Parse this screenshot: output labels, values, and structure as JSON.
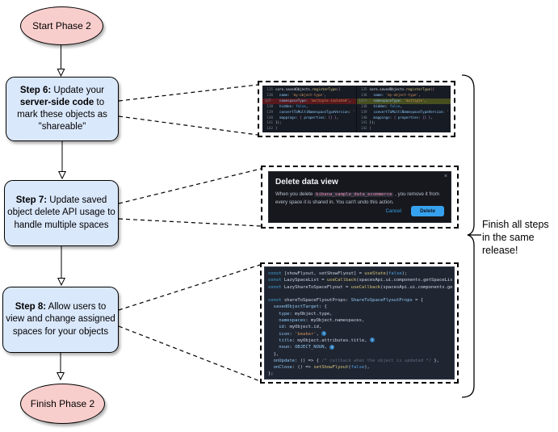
{
  "flowchart": {
    "start_label": "Start Phase 2",
    "finish_label": "Finish Phase 2",
    "step6": {
      "bold1": "Step 6:",
      "text1": " Update your ",
      "bold2": "server-side code",
      "text2": " to mark these objects as \"shareable\""
    },
    "step7": {
      "bold": "Step 7:",
      "text": " Update saved object delete API usage to handle multiple spaces"
    },
    "step8": {
      "bold": "Step 8:",
      "text": " Allow users to view and change assigned spaces for your objects"
    },
    "brace_note": "Finish all steps in the same release!"
  },
  "diff_panel": {
    "left": {
      "rows": [
        {
          "num": "135",
          "tokens": [
            [
              "d",
              "core.savedObjects."
            ],
            [
              "f",
              "registerType"
            ],
            [
              "br",
              "({"
            ]
          ]
        },
        {
          "num": "136",
          "tokens": [
            [
              "p",
              "  name"
            ],
            [
              "d",
              ": "
            ],
            [
              "s",
              "'my-object-type'"
            ],
            [
              "d",
              ","
            ]
          ]
        },
        {
          "num": "137-",
          "cls": "removed",
          "tokens": [
            [
              "p",
              "  namespaceType"
            ],
            [
              "d",
              ": "
            ],
            [
              "s",
              "'multiple-isolated'"
            ],
            [
              "d",
              ","
            ]
          ]
        },
        {
          "num": "138",
          "tokens": [
            [
              "p",
              "  hidden"
            ],
            [
              "d",
              ": "
            ],
            [
              "b",
              "false"
            ],
            [
              "d",
              ","
            ]
          ]
        },
        {
          "num": "139",
          "tokens": [
            [
              "p",
              "  convertToMultiNamespaceTypeVersion"
            ],
            [
              "d",
              ": "
            ],
            [
              "s",
              "'"
            ]
          ]
        },
        {
          "num": "140",
          "tokens": [
            [
              "p",
              "  mappings"
            ],
            [
              "d",
              ": "
            ],
            [
              "br",
              "{"
            ],
            [
              "d",
              " "
            ],
            [
              "p",
              "properties"
            ],
            [
              "d",
              ": "
            ],
            [
              "br",
              "{}"
            ],
            [
              "d",
              " "
            ],
            [
              "br",
              "}"
            ],
            [
              "d",
              ","
            ]
          ]
        },
        {
          "num": "141",
          "tokens": [
            [
              "d",
              "});"
            ]
          ]
        },
        {
          "num": "142",
          "tokens": [
            [
              "br",
              "}"
            ]
          ]
        }
      ]
    },
    "right": {
      "rows": [
        {
          "num": "135",
          "tokens": [
            [
              "d",
              "core.savedObjects."
            ],
            [
              "f",
              "registerType"
            ],
            [
              "br",
              "({"
            ]
          ]
        },
        {
          "num": "136",
          "tokens": [
            [
              "p",
              "  name"
            ],
            [
              "d",
              ": "
            ],
            [
              "s",
              "'my-object-type'"
            ],
            [
              "d",
              ","
            ]
          ]
        },
        {
          "num": "137+",
          "cls": "added",
          "tokens": [
            [
              "p",
              "  namespaceType"
            ],
            [
              "d",
              ": "
            ],
            [
              "s",
              "'multiple'"
            ],
            [
              "d",
              ","
            ]
          ]
        },
        {
          "num": "138",
          "tokens": [
            [
              "p",
              "  hidden"
            ],
            [
              "d",
              ": "
            ],
            [
              "b",
              "false"
            ],
            [
              "d",
              ","
            ]
          ]
        },
        {
          "num": "139",
          "tokens": [
            [
              "p",
              "  convertToMultiNamespaceTypeVersion"
            ],
            [
              "d",
              ": "
            ],
            [
              "s",
              "'"
            ]
          ]
        },
        {
          "num": "140",
          "tokens": [
            [
              "p",
              "  mappings"
            ],
            [
              "d",
              ": "
            ],
            [
              "br",
              "{"
            ],
            [
              "d",
              " "
            ],
            [
              "p",
              "properties"
            ],
            [
              "d",
              ": "
            ],
            [
              "br",
              "{}"
            ],
            [
              "d",
              " "
            ],
            [
              "br",
              "}"
            ],
            [
              "d",
              ","
            ]
          ]
        },
        {
          "num": "141",
          "tokens": [
            [
              "d",
              "});"
            ]
          ]
        },
        {
          "num": "142",
          "tokens": [
            [
              "br",
              "}"
            ]
          ]
        }
      ]
    }
  },
  "modal": {
    "title": "Delete data view",
    "close_icon": "×",
    "body_before": "When you delete ",
    "badge": "kibana_sample_data_ecommerce",
    "body_after": " , you remove it from every space it is shared in. You can't undo this action.",
    "cancel_label": "Cancel",
    "delete_label": "Delete",
    "accent_color": "#36a2ef"
  },
  "code_panel": {
    "rows": [
      {
        "tokens": [
          [
            "k",
            "const"
          ],
          [
            "d",
            " [showFlyout, setShowFlyout] = "
          ],
          [
            "f",
            "useState"
          ],
          [
            "d",
            "("
          ],
          [
            "b",
            "false"
          ],
          [
            "d",
            ");"
          ]
        ]
      },
      {
        "tokens": [
          [
            "k",
            "const"
          ],
          [
            "d",
            " LazySpaceList = "
          ],
          [
            "f",
            "useCallback"
          ],
          [
            "d",
            "(spacesApi.ui.components.getSpaceLis"
          ]
        ]
      },
      {
        "tokens": [
          [
            "k",
            "const"
          ],
          [
            "d",
            " LazyShareToSpaceFlyout = "
          ],
          [
            "f",
            "useCallback"
          ],
          [
            "d",
            "(spacesApi.ui.components.ge"
          ]
        ]
      },
      {
        "tokens": []
      },
      {
        "tokens": [
          [
            "k",
            "const"
          ],
          [
            "d",
            " shareToSpaceFlyoutProps: "
          ],
          [
            "p",
            "ShareToSpaceFlyoutProps"
          ],
          [
            "d",
            " = {"
          ]
        ]
      },
      {
        "tokens": [
          [
            "d",
            "  "
          ],
          [
            "p",
            "savedObjectTarget"
          ],
          [
            "d",
            ": {"
          ]
        ]
      },
      {
        "tokens": [
          [
            "d",
            "    "
          ],
          [
            "p",
            "type"
          ],
          [
            "d",
            ": myObject.type,"
          ]
        ]
      },
      {
        "tokens": [
          [
            "d",
            "    "
          ],
          [
            "p",
            "namespaces"
          ],
          [
            "d",
            ": myObject.namespaces,"
          ]
        ]
      },
      {
        "tokens": [
          [
            "d",
            "    "
          ],
          [
            "p",
            "id"
          ],
          [
            "d",
            ": myObject.id,"
          ]
        ]
      },
      {
        "tokens": [
          [
            "d",
            "    "
          ],
          [
            "p",
            "icon"
          ],
          [
            "d",
            ": "
          ],
          [
            "s",
            "'beaker'"
          ],
          [
            "d",
            ", "
          ],
          [
            "n",
            "1"
          ]
        ]
      },
      {
        "tokens": [
          [
            "d",
            "    "
          ],
          [
            "p",
            "title"
          ],
          [
            "d",
            ": myObject.attributes.title, "
          ],
          [
            "n",
            "2"
          ]
        ]
      },
      {
        "tokens": [
          [
            "d",
            "    "
          ],
          [
            "p",
            "noun"
          ],
          [
            "d",
            ": "
          ],
          [
            "p",
            "OBJECT_NOUN"
          ],
          [
            "d",
            ", "
          ],
          [
            "n",
            "3"
          ]
        ]
      },
      {
        "tokens": [
          [
            "d",
            "  },"
          ]
        ]
      },
      {
        "tokens": [
          [
            "d",
            "  "
          ],
          [
            "p",
            "onUpdate"
          ],
          [
            "d",
            ": () => { "
          ],
          [
            "c",
            "/* callback when the object is updated */"
          ],
          [
            "d",
            " },"
          ]
        ]
      },
      {
        "tokens": [
          [
            "d",
            "  "
          ],
          [
            "p",
            "onClose"
          ],
          [
            "d",
            ": () => "
          ],
          [
            "f",
            "setShowFlyout"
          ],
          [
            "d",
            "("
          ],
          [
            "b",
            "false"
          ],
          [
            "d",
            "),"
          ]
        ]
      },
      {
        "tokens": [
          [
            "d",
            "};"
          ]
        ]
      }
    ]
  }
}
